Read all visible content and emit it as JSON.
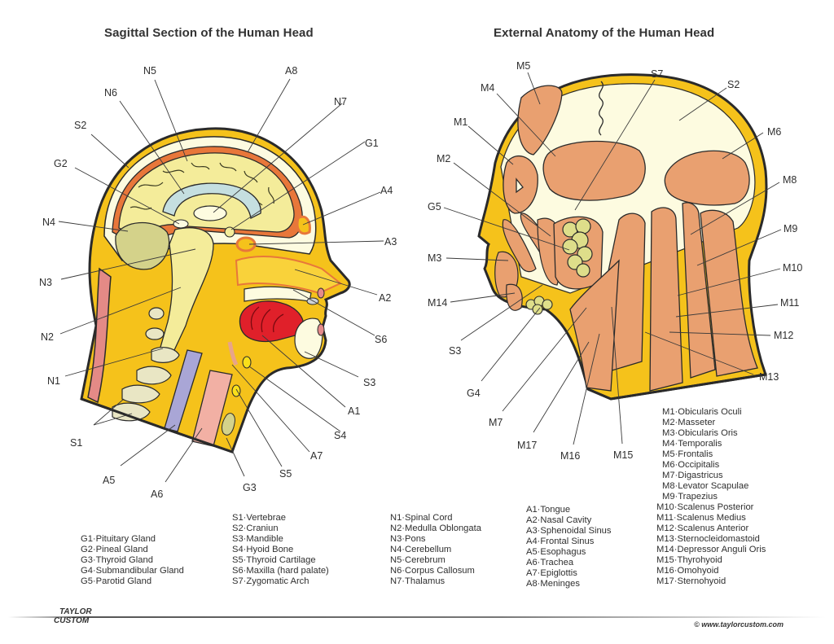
{
  "titles": {
    "left": "Sagittal Section of the Human Head",
    "right": "External Anatomy of the Human Head"
  },
  "sagittal_callouts": [
    "N5",
    "N6",
    "S2",
    "G2",
    "N4",
    "N3",
    "N2",
    "N1",
    "S1",
    "A5",
    "A6",
    "G3",
    "S5",
    "A7",
    "S4",
    "A1",
    "S3",
    "S6",
    "A2",
    "A3",
    "A4",
    "G1",
    "N7",
    "A8"
  ],
  "external_callouts": [
    "M5",
    "M4",
    "M1",
    "M2",
    "G5",
    "M3",
    "M14",
    "S3",
    "G4",
    "M7",
    "M17",
    "M16",
    "M15",
    "S7",
    "S2",
    "M6",
    "M8",
    "M9",
    "M10",
    "M11",
    "M12",
    "M13"
  ],
  "legend": {
    "glands": [
      "G1·Pituitary Gland",
      "G2·Pineal Gland",
      "G3·Thyroid Gland",
      "G4·Submandibular Gland",
      "G5·Parotid Gland"
    ],
    "skeletal": [
      "S1·Vertebrae",
      "S2·Craniun",
      "S3·Mandible",
      "S4·Hyoid Bone",
      "S5·Thyroid Cartilage",
      "S6·Maxilla (hard palate)",
      "S7·Zygomatic Arch"
    ],
    "nervous": [
      "N1·Spinal Cord",
      "N2·Medulla Oblongata",
      "N3·Pons",
      "N4·Cerebellum",
      "N5·Cerebrum",
      "N6·Corpus Callosum",
      "N7·Thalamus"
    ],
    "other": [
      "A1·Tongue",
      "A2·Nasal Cavity",
      "A3·Sphenoidal Sinus",
      "A4·Frontal Sinus",
      "A5·Esophagus",
      "A6·Trachea",
      "A7·Epiglottis",
      "A8·Meninges"
    ],
    "muscles": [
      "M1·Obicularis Oculi",
      "M2·Masseter",
      "M3·Obicularis Oris",
      "M4·Temporalis",
      "M5·Frontalis",
      "M6·Occipitalis",
      "M7·Digastricus",
      "M8·Levator Scapulae",
      "M9·Trapezius",
      "M10·Scalenus Posterior",
      "M11·Scalenus Medius",
      "M12·Scalenus Anterior",
      "M13·Sternocleidomastoid",
      "M14·Depressor Anguli Oris",
      "M15·Thyrohyoid",
      "M16·Omohyoid",
      "M17·Sternohyoid"
    ]
  },
  "footer": {
    "logo_line1": "TAYLOR",
    "logo_line2": "CUSTOM",
    "copyright": "© www.taylorcustom.com"
  },
  "colors": {
    "skin_yellow": "#f5c21b",
    "bone_cream": "#fdfbe0",
    "brain_yellow": "#f4ec9a",
    "meninges_orange": "#e8773a",
    "tongue_red": "#e0202a",
    "muscle": "#e9a070",
    "outline": "#2a2a2a"
  }
}
